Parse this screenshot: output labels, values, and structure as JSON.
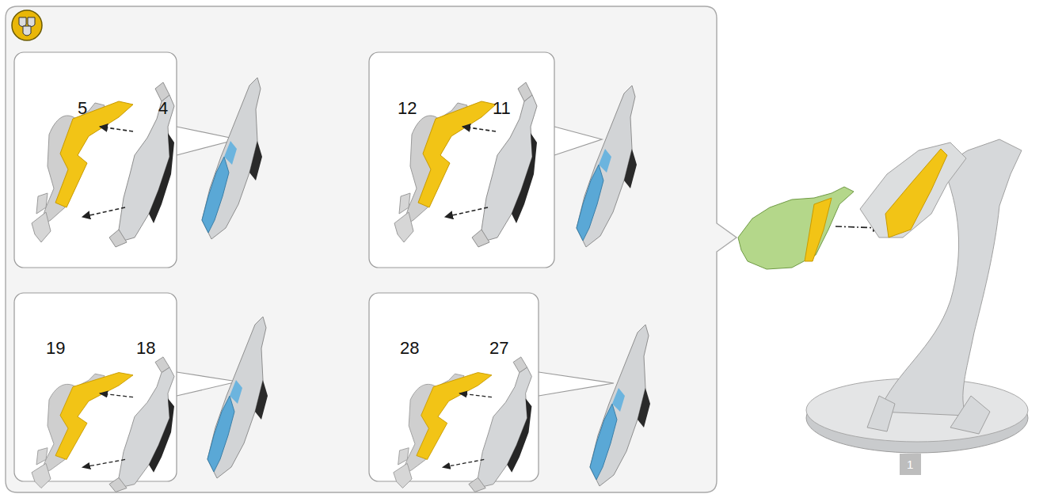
{
  "diagram": {
    "nodes": [
      {
        "text": [
          "5",
          "4"
        ]
      },
      {
        "text": [
          "12",
          "11"
        ]
      },
      {
        "text": [
          "19",
          "18"
        ]
      },
      {
        "text": [
          "28",
          "27"
        ]
      },
      {
        "text": [
          "1"
        ]
      }
    ]
  }
}
